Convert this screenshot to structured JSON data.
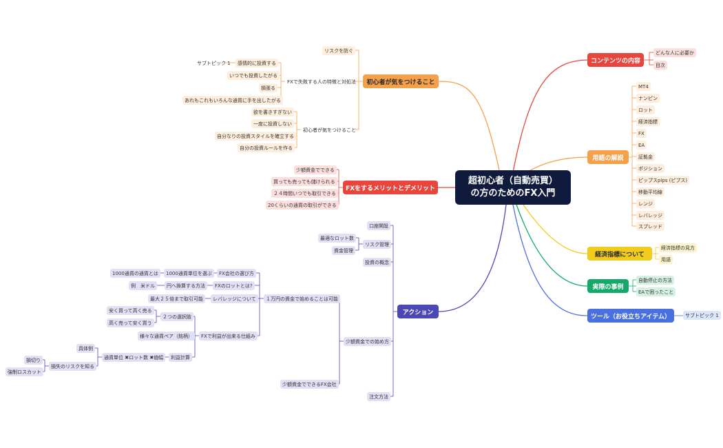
{
  "center": {
    "line1": "超初心者（自動売買）",
    "line2": "の方のためのFX入門"
  },
  "colors": {
    "red": "#e8453c",
    "orange": "#f5a04a",
    "gold": "#f2cc1c",
    "green": "#14a86a",
    "blue": "#4a70e0",
    "purple": "#4b48b6",
    "center": "#101a3c"
  },
  "contents": {
    "label": "コンテンツの内容",
    "items": [
      "どんな人に必要か",
      "目次"
    ]
  },
  "terms": {
    "label": "用語の解説",
    "items": [
      "MT4",
      "ナンピン",
      "ロット",
      "経済指標",
      "FX",
      "EA",
      "証拠金",
      "ポジション",
      "ピップスpips (ピプス)",
      "移動平均線",
      "レンジ",
      "レバレッジ",
      "スプレッド"
    ]
  },
  "econ": {
    "label": "経済指標について",
    "items": [
      "経済指標の見方",
      "用語"
    ]
  },
  "cases": {
    "label": "実際の事例",
    "items": [
      "自動停止の方法",
      "EAで困ったこと"
    ]
  },
  "tools": {
    "label": "ツール（お役立ちアイテム）",
    "items": [
      "サブトピック 1"
    ]
  },
  "beginner": {
    "label": "初心者が気をつけること",
    "risk": "リスクを防ぐ",
    "fail": {
      "label": "FXで失敗する人の特徴と対処法",
      "items": [
        "感情的に投資する",
        "いつでも投資したがる",
        "損張る",
        "あれもこれもいろんな通貨に手を出したがる"
      ],
      "sub": "サブトピック 1"
    },
    "care": {
      "label": "初心者が気をつけること",
      "items": [
        "欲を書きすぎない",
        "一度に投資しない",
        "自分なりの投資スタイルを確立する",
        "自分の投資ルールを作る"
      ]
    }
  },
  "merit": {
    "label": "FXをするメリットとデメリット",
    "items": [
      "少額資金でできる",
      "買っても売っても儲けられる",
      "２４時間いつでも取引できる",
      "20くらいの通貨の取引ができる"
    ]
  },
  "action": {
    "label": "アクション",
    "account": "口座開設",
    "risk_mgmt": {
      "label": "リスク管理",
      "items": [
        "最適なロット数",
        "資金管理"
      ]
    },
    "concept": "投資の概念",
    "small": {
      "label": "少額資金での始め方",
      "start": {
        "label": "１万円の資金で始めることは可能",
        "company": {
          "label": "FX会社の選び方",
          "child": "1000通貨単位を選ぶ",
          "grand": "1000通貨の通貨とは"
        },
        "lot": {
          "label": "FXのロットとは?",
          "child": "円へ換算する方法",
          "grand": "例　米ドル"
        },
        "lev": {
          "label": "レバレッジについて",
          "child": "最大２５倍まで取引可能"
        },
        "profit": {
          "label": "FXで利益が出来る仕組み",
          "choice": {
            "label": "２つの選択肢",
            "items": [
              "安く買って高く売る",
              "高く売って安く買う"
            ]
          },
          "pairs": "様々な通貨ペア（銘柄）",
          "calc": {
            "label": "利益計算",
            "child": "通貨単位 ✖ロット数 ✖値幅",
            "ex": "具体例",
            "loss": "損失のリスクを知る",
            "loss_items": [
              "損切り",
              "強制ロスカット"
            ]
          }
        }
      },
      "company2": "少額資金でできるFX会社"
    },
    "order": "注文方法"
  }
}
